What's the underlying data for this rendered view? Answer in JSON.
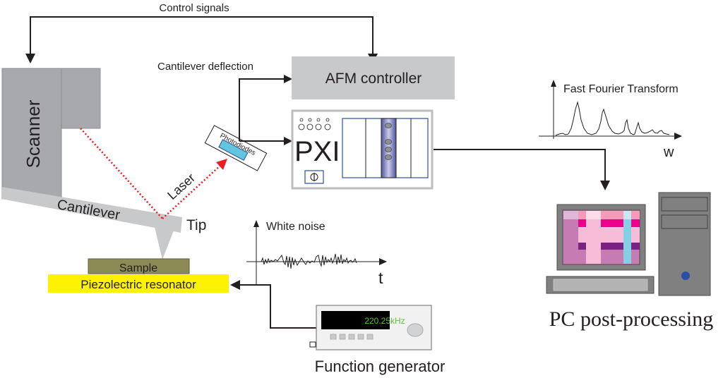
{
  "labels": {
    "control_signals": "Control signals",
    "cantilever_deflection": "Cantilever deflection",
    "afm_controller": "AFM controller",
    "scanner": "Scanner",
    "photodiodes": "Photodiodes",
    "laser": "Laser",
    "cantilever": "Cantilever",
    "tip": "Tip",
    "sample": "Sample",
    "piezo": "Piezolectric resonator",
    "pxi": "PXI",
    "fft_title": "Fast Fourier Transform",
    "fft_axis": "w",
    "noise_title": "White noise",
    "noise_axis": "t",
    "function_generator": "Function generator",
    "fg_display": "220.25kHz",
    "pc": "PC post-processing"
  },
  "colors": {
    "scanner": "#a7a9ac",
    "cantilever": "#c8c9cb",
    "afm_controller": "#c8c9cb",
    "laser": "#ed1c24",
    "photodiode": "#62c6dd",
    "sample": "#8c8a55",
    "piezo": "#fff200",
    "pxi_slot": "#4b55a3",
    "fg_display_text": "#5fbf3f",
    "pc_body": "#808080",
    "power_led": "#2b4fa8"
  },
  "icons": {
    "pxi_power": "power-switch-icon",
    "fg_knob": "knob-icon"
  }
}
